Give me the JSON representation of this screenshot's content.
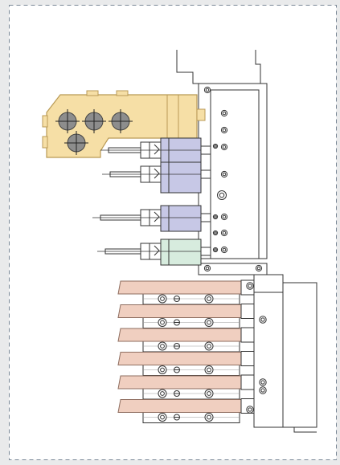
{
  "drawing": {
    "tool_holders": [
      {
        "color": "#c7c8e6",
        "kind": "turret"
      },
      {
        "color": "#c7c8e6",
        "kind": "turret"
      },
      {
        "color": "#c7c8e6",
        "kind": "turret"
      },
      {
        "color": "#d7ecde",
        "kind": "turret"
      }
    ],
    "tool_plates_count": 6,
    "colors": {
      "background": "#e9eaeb",
      "panel": "#ffffff",
      "dashed_border": "#7a8896",
      "block": "#f6dfa6",
      "block_stroke": "#b99a55",
      "holder": "#c7c8e6",
      "holder_last": "#d7ecde",
      "plate": "#f0cfc0",
      "plate_stroke": "#8e6d5f",
      "line": "#333333"
    }
  }
}
